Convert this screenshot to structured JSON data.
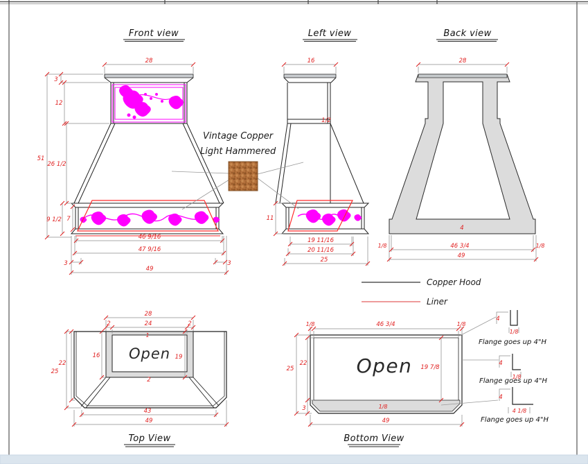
{
  "colors": {
    "dimension": "#e02020",
    "ornament": "#ff00ff",
    "liner": "#ff2a2a",
    "legend_liner": "#e87a7a",
    "copper": "#b4713c",
    "panel_gray": "#dcdcdc",
    "footer": "#dbe5ee"
  },
  "legend": {
    "copper_hood_label": "Copper Hood",
    "liner_label": "Liner"
  },
  "material_note": {
    "line1": "Vintage Copper",
    "line2": "Light Hammered"
  },
  "views": {
    "front": {
      "title": "Front view",
      "dims": {
        "top_width": "28",
        "crown_height": "3",
        "panel_height": "12",
        "overall_height": "51",
        "hood_height": "26 1/2",
        "band_height": "9 1/2",
        "band_inner_height": "7",
        "liner_width": "46 9/16",
        "liner_outer_width": "47 9/16",
        "left_offset": "3",
        "right_offset": "3",
        "overall_width": "49"
      }
    },
    "left": {
      "title": "Left view",
      "dims": {
        "top_depth": "16",
        "wall_gap": "1/2",
        "band_height": "11",
        "liner_depth": "19 11/16",
        "liner_outer_depth": "20 11/16",
        "overall_depth": "25"
      }
    },
    "back": {
      "title": "Back view",
      "dims": {
        "top_width": "28",
        "band_height": "4",
        "left_offset": "1/8",
        "inner_width": "46 3/4",
        "right_offset": "1/8",
        "overall_width": "49"
      }
    },
    "top": {
      "title": "Top View",
      "open_label": "Open",
      "dims": {
        "chimney_width": "28",
        "rim_left": "2",
        "opening_width": "24",
        "rim_right": "2",
        "overall_depth": "25",
        "inner_depth": "22",
        "opening_depth": "16",
        "rim_front": "1",
        "right_depth": "19",
        "rim_back": "2",
        "front_width": "43",
        "overall_width": "49"
      }
    },
    "bottom": {
      "title": "Bottom View",
      "open_label": "Open",
      "dims": {
        "left_offset": "1/8",
        "inner_width": "46 3/4",
        "right_offset": "1/8",
        "overall_depth": "25",
        "inner_depth": "22",
        "band_depth": "3",
        "right_depth": "19 7/8",
        "bottom_thickness": "1/8",
        "overall_width": "49"
      }
    }
  },
  "flange_details": [
    {
      "height": "4",
      "base": "1/8",
      "label": "Flange goes up 4\"H"
    },
    {
      "height": "4",
      "base": "1/8",
      "label": "Flange goes up 4\"H"
    },
    {
      "height": "4",
      "base": "4 1/8",
      "label": "Flange goes up 4\"H"
    }
  ]
}
